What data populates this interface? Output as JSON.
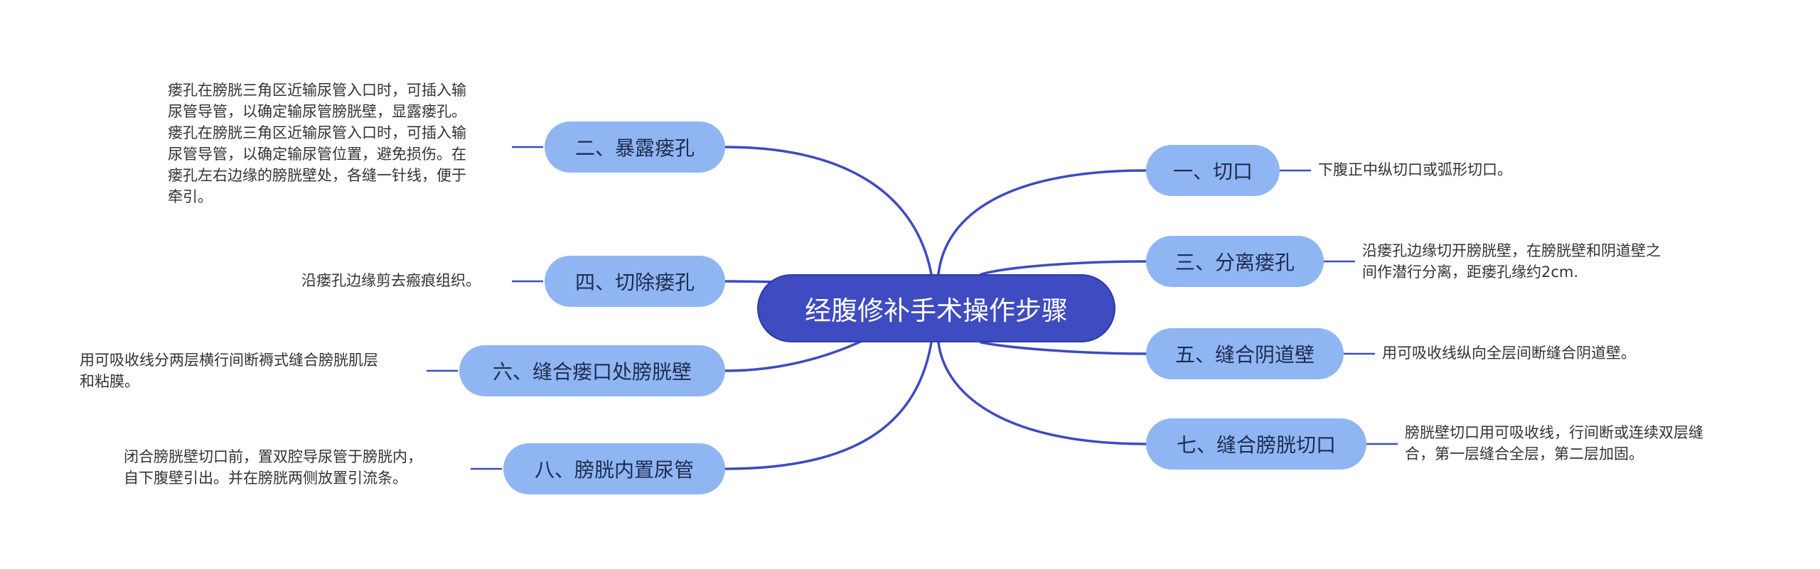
{
  "center": {
    "label": "经腹修补手术操作步骤"
  },
  "branches": [
    {
      "id": "b1",
      "label": "一、切口",
      "note": "下腹正中纵切口或弧形切口。"
    },
    {
      "id": "b2",
      "label": "二、暴露瘘孔",
      "note": "瘘孔在膀胱三角区近输尿管入口时，可插入输\n尿管导管，以确定输尿管膀胱壁，显露瘘孔。\n瘘孔在膀胱三角区近输尿管入口时，可插入输\n尿管导管，以确定输尿管位置，避免损伤。在\n瘘孔左右边缘的膀胱壁处，各缝一针线，便于\n牵引。"
    },
    {
      "id": "b3",
      "label": "三、分离瘘孔",
      "note": "沿瘘孔边缘切开膀胱壁，在膀胱壁和阴道壁之\n间作潜行分离，距瘘孔缘约2cm."
    },
    {
      "id": "b4",
      "label": "四、切除瘘孔",
      "note": "沿瘘孔边缘剪去瘢痕组织。"
    },
    {
      "id": "b5",
      "label": "五、缝合阴道壁",
      "note": "用可吸收线纵向全层间断缝合阴道壁。"
    },
    {
      "id": "b6",
      "label": "六、缝合瘘口处膀胱壁",
      "note": "用可吸收线分两层横行间断褥式缝合膀胱肌层\n和粘膜。"
    },
    {
      "id": "b7",
      "label": "七、缝合膀胱切口",
      "note": "膀胱壁切口用可吸收线，行间断或连续双层缝\n合，第一层缝合全层，第二层加固。"
    },
    {
      "id": "b8",
      "label": "八、膀胱内置尿管",
      "note": "闭合膀胱壁切口前，置双腔导尿管于膀胱内，\n自下腹壁引出。并在膀胱两侧放置引流条。"
    }
  ],
  "colors": {
    "center_fill": "#3f4bc0",
    "node_fill": "#8fb6f3",
    "edge": "#3f4bbf",
    "text_dark": "#1f2b4d",
    "note_text": "#333333"
  }
}
